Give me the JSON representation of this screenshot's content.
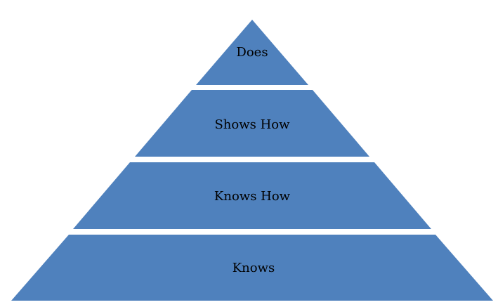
{
  "diagram": {
    "type": "pyramid",
    "fill_color": "#4f81bd",
    "separator_color": "#ffffff",
    "levels": [
      {
        "label": "Does"
      },
      {
        "label": "Shows How"
      },
      {
        "label": "Knows How"
      },
      {
        "label": "Knows"
      }
    ]
  }
}
